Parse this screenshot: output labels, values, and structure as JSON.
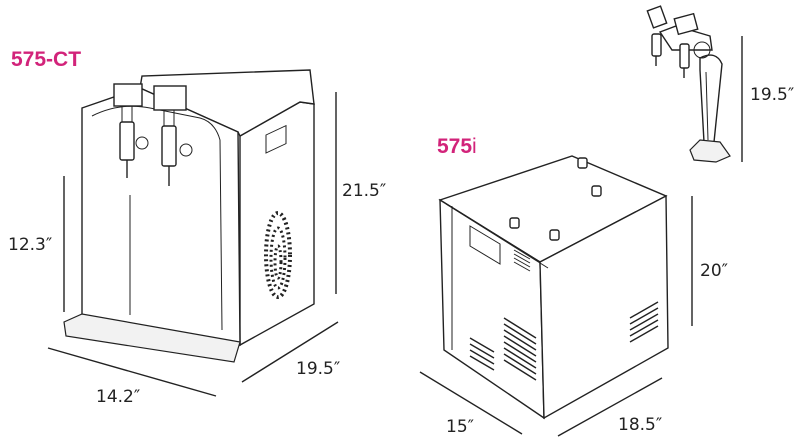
{
  "colors": {
    "accent": "#d2237a",
    "ink": "#222222"
  },
  "models": {
    "ct": {
      "name": "575-CT"
    },
    "i": {
      "name_bold": "575",
      "name_suffix": "i"
    }
  },
  "dimensions": {
    "ct_height_dispense": "12.3″",
    "ct_height_total": "21.5″",
    "ct_width": "14.2″",
    "ct_depth": "19.5″",
    "tower_height": "19.5″",
    "i_height": "20″",
    "i_width": "15″",
    "i_depth": "18.5″"
  }
}
